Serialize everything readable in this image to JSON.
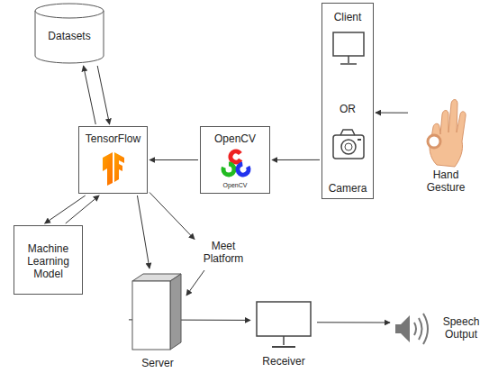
{
  "diagram": {
    "nodes": [
      {
        "text": [
          "Datasets"
        ]
      },
      {
        "text": [
          "Client",
          "OR",
          "Camera"
        ]
      },
      {
        "text": [
          "TensorFlow"
        ]
      },
      {
        "text": [
          "OpenCV",
          "OpenCV"
        ]
      },
      {
        "text": [
          "Hand Gesture"
        ]
      },
      {
        "text": [
          "Machine Learning Model"
        ]
      },
      {
        "text": [
          "Meet Platform"
        ]
      },
      {
        "text": [
          "Server"
        ]
      },
      {
        "text": [
          "Receiver"
        ]
      },
      {
        "text": [
          "Speech Output"
        ]
      }
    ],
    "edges": [
      {
        "from": 2,
        "to": 0,
        "arrow": "to"
      },
      {
        "from": 0,
        "to": 2,
        "arrow": "to"
      },
      {
        "from": 4,
        "to": 1,
        "arrow": "to"
      },
      {
        "from": 1,
        "to": 3,
        "arrow": "to"
      },
      {
        "from": 3,
        "to": 2,
        "arrow": "to"
      },
      {
        "from": 2,
        "to": 5,
        "arrow": "to"
      },
      {
        "from": 5,
        "to": 2,
        "arrow": "to"
      },
      {
        "from": 2,
        "to": 7,
        "arrow": "to"
      },
      {
        "from": 2,
        "to": 6,
        "arrow": "to"
      },
      {
        "from": 6,
        "to": 7,
        "arrow": "to"
      },
      {
        "from": 7,
        "to": 8,
        "arrow": "to"
      },
      {
        "from": 8,
        "to": 9,
        "arrow": "to"
      }
    ]
  }
}
